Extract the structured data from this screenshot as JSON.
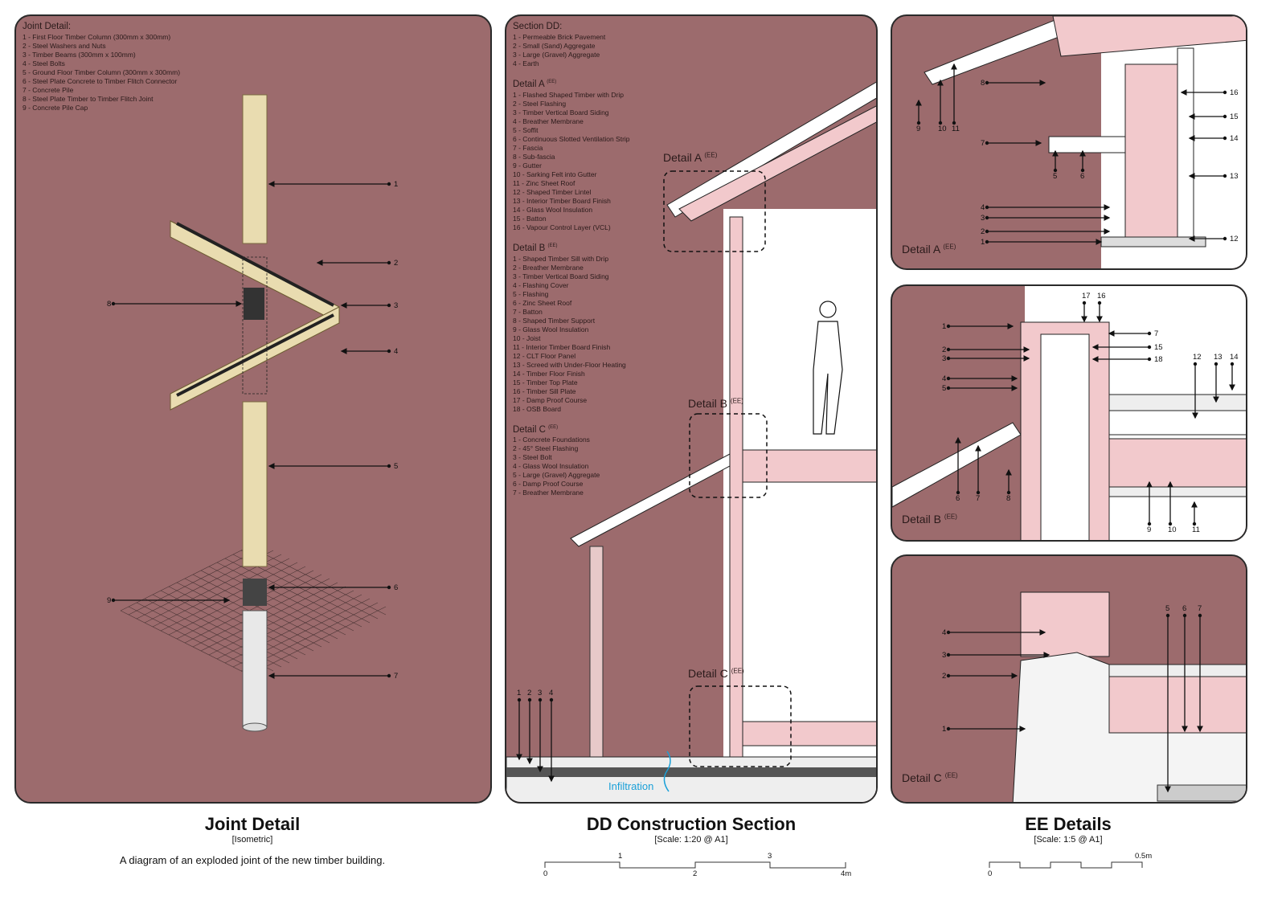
{
  "joint": {
    "legend_title": "Joint Detail:",
    "legend": [
      "1 - First Floor Timber Column (300mm x 300mm)",
      "2 - Steel Washers and Nuts",
      "3 - Timber Beams (300mm x 100mm)",
      "4 - Steel Bolts",
      "5 - Ground Floor Timber Column (300mm x 300mm)",
      "6 - Steel Plate Concrete to Timber Flitch Connector",
      "7 - Concrete Pile",
      "8 - Steel Plate Timber to Timber Flitch Joint",
      "9 - Concrete Pile Cap"
    ],
    "callouts": [
      "1",
      "2",
      "3",
      "4",
      "5",
      "6",
      "7",
      "8",
      "9"
    ],
    "title": "Joint Detail",
    "subtitle": "[Isometric]",
    "description": "A diagram of an exploded joint of the new timber building."
  },
  "section": {
    "groups": [
      {
        "title": "Section DD:",
        "sup": "",
        "items": [
          "1 - Permeable Brick Pavement",
          "2 - Small (Sand) Aggregate",
          "3 - Large (Gravel) Aggregate",
          "4 - Earth"
        ]
      },
      {
        "title": "Detail A",
        "sup": "(EE)",
        "items": [
          "1 - Flashed Shaped Timber with Drip",
          "2 - Steel Flashing",
          "3 - Timber Vertical Board Siding",
          "4 - Breather Membrane",
          "5 - Soffit",
          "6 - Continuous Slotted Ventilation Strip",
          "7 - Fascia",
          "8 - Sub-fascia",
          "9 - Gutter",
          "10 - Sarking Felt into Gutter",
          "11 - Zinc Sheet Roof",
          "12 - Shaped Timber Lintel",
          "13 - Interior Timber Board Finish",
          "14 - Glass Wool Insulation",
          "15 - Batton",
          "16 - Vapour Control Layer (VCL)"
        ]
      },
      {
        "title": "Detail B",
        "sup": "(EE)",
        "items": [
          "1 - Shaped Timber Sill with Drip",
          "2 - Breather Membrane",
          "3 - Timber Vertical Board Siding",
          "4 - Flashing Cover",
          "5 - Flashing",
          "6 - Zinc Sheet Roof",
          "7 - Batton",
          "8 - Shaped Timber Support",
          "9 - Glass Wool Insulation",
          "10 - Joist",
          "11 - Interior Timber Board Finish",
          "12 - CLT Floor Panel",
          "13 - Screed with Under-Floor Heating",
          "14 - Timber Floor Finish",
          "15 - Timber Top Plate",
          "16 - Timber Sill Plate",
          "17 - Damp Proof Course",
          "18 - OSB Board"
        ]
      },
      {
        "title": "Detail C",
        "sup": "(EE)",
        "items": [
          "1 - Concrete Foundations",
          "2 - 45° Steel Flashing",
          "3 - Steel Bolt",
          "4 - Glass Wool Insulation",
          "5 - Large (Gravel) Aggregate",
          "6 - Damp Proof Course",
          "7 - Breather Membrane"
        ]
      }
    ],
    "detail_labels": {
      "a": "Detail A",
      "b": "Detail B",
      "c": "Detail C",
      "sup": "(EE)"
    },
    "callouts": [
      "1",
      "2",
      "3",
      "4"
    ],
    "infiltration": "Infiltration",
    "title": "DD Construction Section",
    "subtitle": "[Scale: 1:20 @ A1]",
    "scale_ticks": [
      "0",
      "1",
      "2",
      "3",
      "4m"
    ]
  },
  "ee": {
    "detail_a": {
      "label": "Detail A",
      "sup": "(EE)",
      "callouts": [
        "1",
        "2",
        "3",
        "4",
        "5",
        "6",
        "7",
        "8",
        "9",
        "10",
        "11",
        "12",
        "13",
        "14",
        "15",
        "16"
      ]
    },
    "detail_b": {
      "label": "Detail B",
      "sup": "(EE)",
      "callouts": [
        "1",
        "2",
        "3",
        "4",
        "5",
        "6",
        "7",
        "8",
        "9",
        "10",
        "11",
        "12",
        "13",
        "14",
        "15",
        "16",
        "17",
        "18"
      ]
    },
    "detail_c": {
      "label": "Detail C",
      "sup": "(EE)",
      "callouts": [
        "1",
        "2",
        "3",
        "4",
        "5",
        "6",
        "7"
      ]
    },
    "title": "EE Details",
    "subtitle": "[Scale: 1:5 @ A1]",
    "scale_ticks": [
      "0",
      "0.5m"
    ]
  },
  "colors": {
    "panel": "#9c6b6d",
    "timber": "#e9dcb0",
    "insulation": "#f2c9cc",
    "water": "#1aa0d8"
  }
}
